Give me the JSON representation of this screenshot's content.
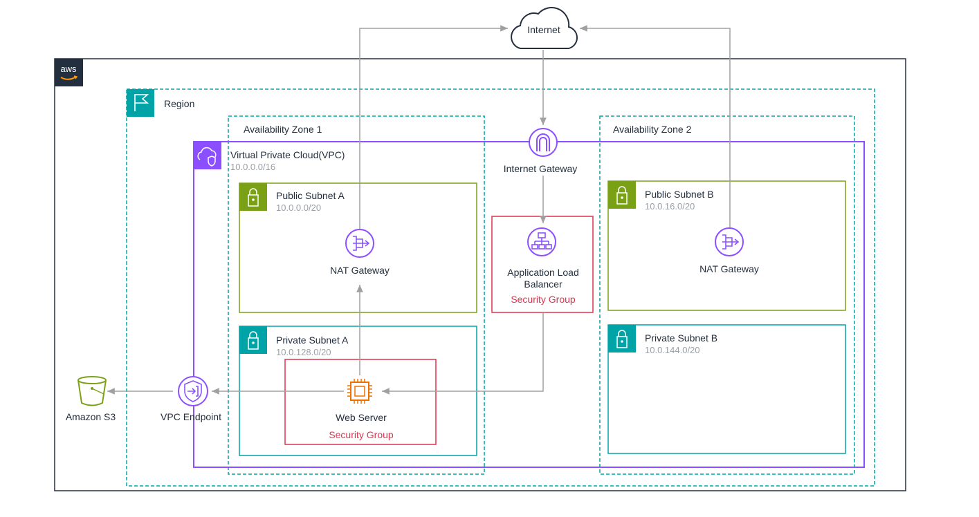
{
  "internet": {
    "label": "Internet"
  },
  "aws": {
    "logo_text": "aws"
  },
  "region": {
    "label": "Region"
  },
  "az1": {
    "label": "Availability Zone 1"
  },
  "az2": {
    "label": "Availability Zone 2"
  },
  "vpc": {
    "label": "Virtual Private Cloud(VPC)",
    "cidr": "10.0.0.0/16"
  },
  "igw": {
    "label": "Internet Gateway"
  },
  "alb": {
    "label_line1": "Application Load",
    "label_line2": "Balancer",
    "security_group": "Security Group"
  },
  "public_subnet_a": {
    "label": "Public Subnet A",
    "cidr": "10.0.0.0/20"
  },
  "public_subnet_b": {
    "label": "Public Subnet B",
    "cidr": "10.0.16.0/20"
  },
  "private_subnet_a": {
    "label": "Private Subnet A",
    "cidr": "10.0.128.0/20"
  },
  "private_subnet_b": {
    "label": "Private Subnet B",
    "cidr": "10.0.144.0/20"
  },
  "nat_a": {
    "label": "NAT Gateway"
  },
  "nat_b": {
    "label": "NAT Gateway"
  },
  "web_server": {
    "label": "Web Server",
    "security_group": "Security Group"
  },
  "vpc_endpoint": {
    "label": "VPC Endpoint"
  },
  "s3": {
    "label": "Amazon S3"
  },
  "colors": {
    "region": "#00a4a6",
    "vpc": "#8c4fff",
    "public_subnet": "#7aa116",
    "private_subnet": "#00a4a6",
    "security_group": "#dd344c",
    "compute": "#ed7100",
    "storage": "#7aa116",
    "aws_dark": "#232f3e",
    "arrow": "#a0a0a0"
  }
}
